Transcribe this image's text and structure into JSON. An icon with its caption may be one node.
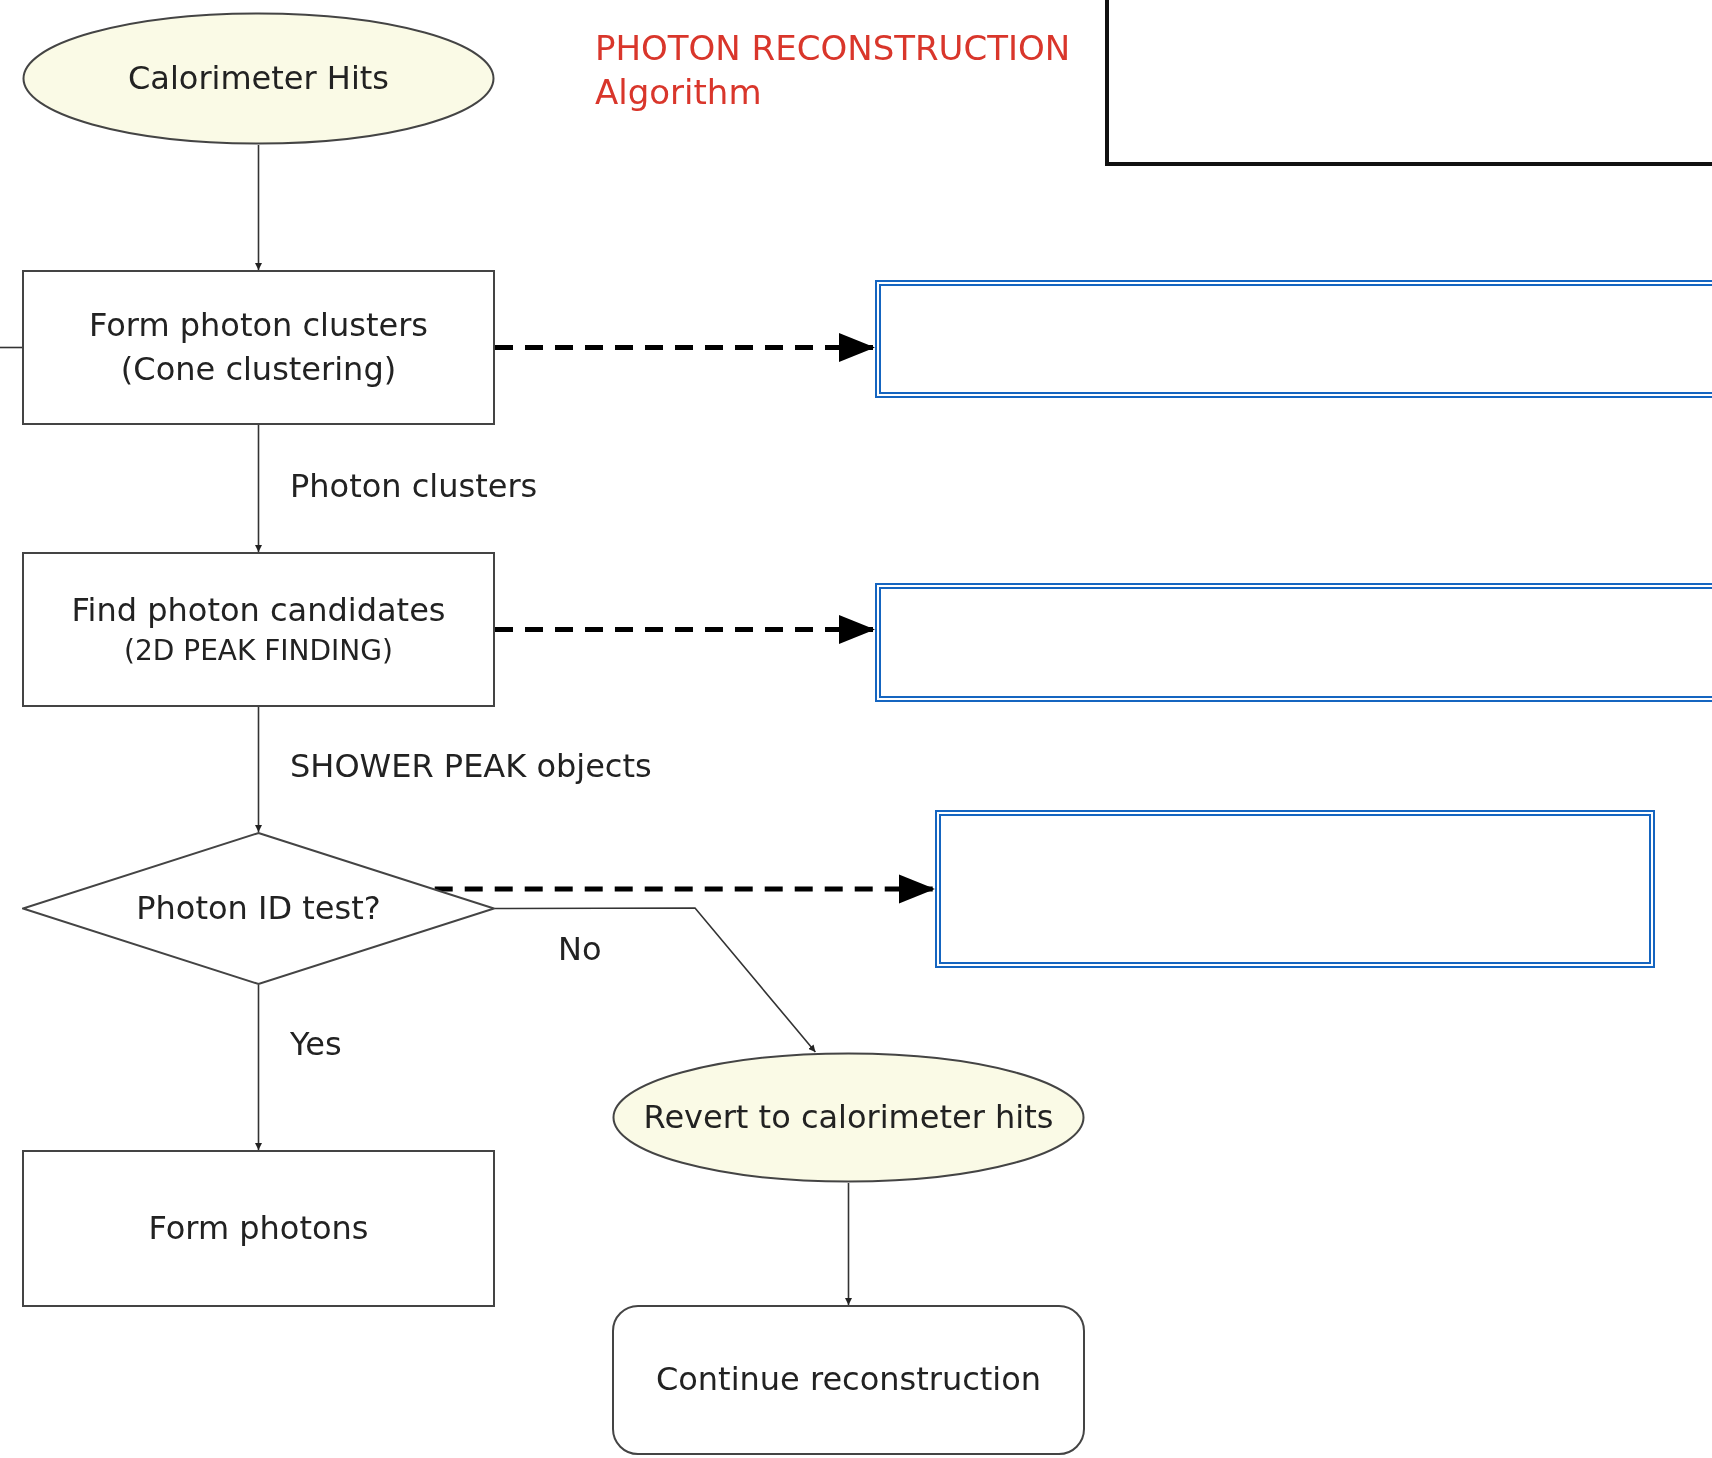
{
  "diagram": {
    "title": "PHOTON RECONSTRUCTION Algorithm",
    "nodes": [
      {
        "text": [
          "Calorimeter Hits"
        ]
      },
      {
        "text": [],
        "shape": "box"
      },
      {
        "text": [
          "Form photon clusters (Cone clustering)"
        ]
      },
      {
        "text": [],
        "shape": "box"
      },
      {
        "text": [
          "Find photon candidates",
          "(2D PEAK FINDING)"
        ]
      },
      {
        "text": [],
        "shape": "box"
      },
      {
        "text": [
          "Photon ID test?"
        ]
      },
      {
        "text": [],
        "shape": "box"
      },
      {
        "text": [
          "Form photons"
        ]
      },
      {
        "text": [
          "Revert to calorimeter hits"
        ]
      },
      {
        "text": [
          "Continue reconstruction"
        ]
      }
    ],
    "edges": [
      {
        "from": 0,
        "to": 2,
        "arrow": "to"
      },
      {
        "from": null,
        "to": 2,
        "arrow": "none"
      },
      {
        "from": 2,
        "to": 4,
        "arrow": "to",
        "label": "Photon clusters"
      },
      {
        "from": 2,
        "to": 3,
        "arrow": "to",
        "style": "dashed"
      },
      {
        "from": 4,
        "to": 6,
        "arrow": "to",
        "label": "SHOWER PEAK objects"
      },
      {
        "from": 4,
        "to": 5,
        "arrow": "to",
        "style": "dashed"
      },
      {
        "from": 6,
        "to": 7,
        "arrow": "to",
        "style": "dashed"
      },
      {
        "from": 6,
        "to": 8,
        "arrow": "to",
        "label": "Yes"
      },
      {
        "from": 6,
        "to": 9,
        "arrow": "to",
        "label": "No"
      },
      {
        "from": 9,
        "to": 10,
        "arrow": "to"
      }
    ]
  }
}
